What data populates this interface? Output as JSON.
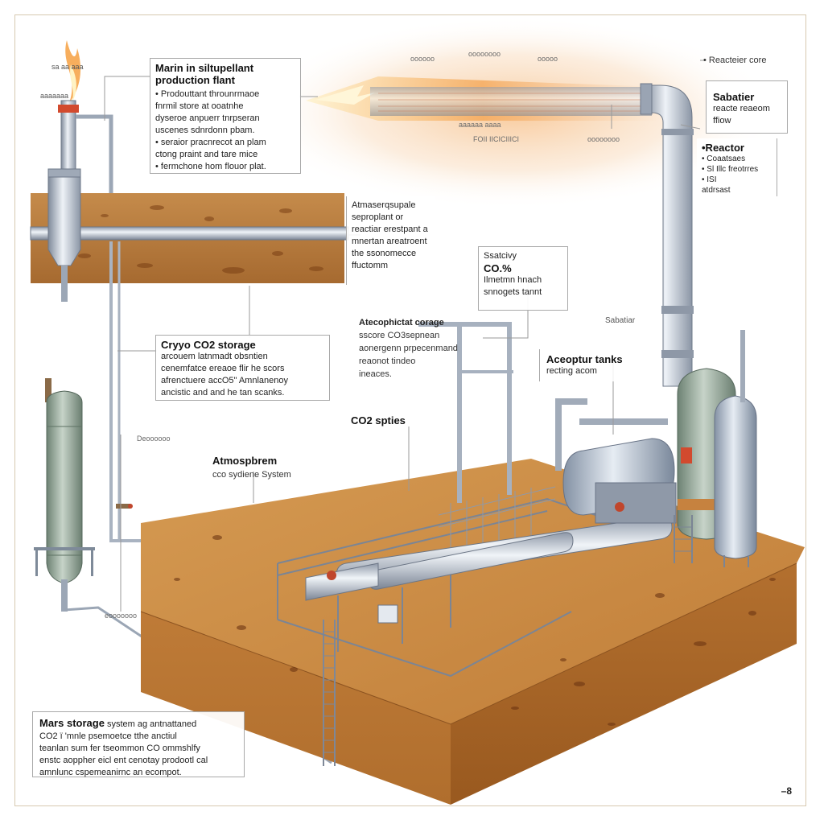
{
  "flare": {
    "labels": [
      "sa aa aaa",
      "ааааааа"
    ]
  },
  "callout_plant": {
    "title_1": "Marin in siltupellant",
    "title_2": "production flant",
    "bullets": [
      "• Prodouttant throunrmaoe",
      "  fnrmil store at ooatnhe",
      "  dyseroe anpuerr tnrpseran",
      "  uscenes sdnrdonn pbam.",
      "• seraior pracnrecot an plam",
      "  ctong praint and tare mice",
      "• fermchone hom flouor plat."
    ]
  },
  "callout_layer": {
    "lines": [
      "Atmaserqsupale",
      "seproplant or",
      "reactiar erestpant a",
      "mnertan areatroent",
      "the ssonomecce",
      "ffuctomm"
    ]
  },
  "callout_co2pct": {
    "title_1": "Ssatcivy",
    "title_2": "CO.%",
    "lines": [
      "Ilmetmn hnach",
      "snnogets tannt"
    ]
  },
  "callout_cryo": {
    "title": "Cryyo CO2 storage",
    "lines": [
      "arcouem latnmadt obsntien",
      "cenemfatce ereaoe flir he scors",
      "afrenctuere accO5\" Amnlanenoy",
      "ancistic and and he tan scanks."
    ]
  },
  "note_atmo_storage": {
    "title": "Atecophictat corage",
    "lines": [
      "sscore CO3sepnean",
      "aonergenn prpecenmand",
      "reaonot tindeo",
      "ineaces."
    ]
  },
  "label_co2_spties": "CO2 spties",
  "label_atmosphere": {
    "title": "Atmospbrem",
    "sub": "cco sydiene System"
  },
  "label_side_1": "Deoooooo",
  "label_side_2": "eooooooo",
  "label_sabatiar_top": "Sabatiar",
  "callout_sabatier": {
    "title": "Sabatier",
    "lines": [
      "reacte reaeom",
      "ffiow"
    ]
  },
  "label_reactor_core": "• Reacteier core",
  "callout_reactor": {
    "title": "•Reactor",
    "lines": [
      "• Coaatsaes",
      "• Sl Illc freotrres",
      "• ISI",
      "  atdrsast"
    ]
  },
  "label_acceptor": {
    "title": "Aceoptur tanks",
    "sub": "recting acom"
  },
  "flare_top_labels": [
    "oooooo",
    "oooooooo",
    "ooooo"
  ],
  "flare_bottom_labels": [
    "aaaaaa aaaa",
    "FOII IICICIIICI",
    "oooooooo"
  ],
  "callout_mars": {
    "title": "Mars storage",
    "title_rest": " system ag antnattaned",
    "lines": [
      "CO2 ï 'mnle psemoetce tthe anctiul",
      "teanlan sum fer tseommon CO ommshlfy",
      "enstc aoppher eicl ent cenotay prodootl cal",
      "amnlunc cspemeanirnc an ecompot."
    ]
  },
  "page_number": "–8",
  "colors": {
    "mars_soil": "#c68a45",
    "mars_soil_dark": "#9b5f27",
    "steel": "#aeb8c6",
    "tank_green": "#93a79a",
    "flame": "#f3a24d"
  }
}
